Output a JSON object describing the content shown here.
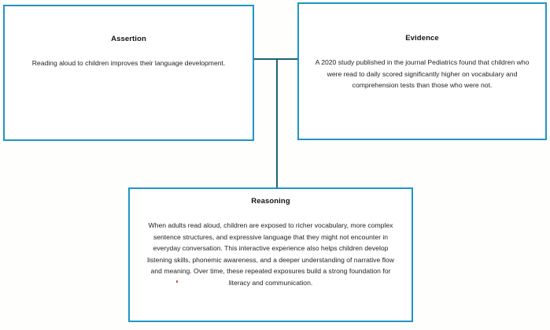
{
  "diagram": {
    "type": "argument-triangle",
    "accent_color": "#2196c3",
    "connector_color": "#1f6276",
    "background_color": "#fefefc",
    "text_color": "#232323",
    "nodes": [
      {
        "id": "assertion",
        "title": "Assertion",
        "body": "Reading aloud to children improves their language development."
      },
      {
        "id": "evidence",
        "title": "Evidence",
        "body": "A 2020 study published in the journal Pediatrics found that children who were read to daily scored significantly higher on vocabulary and comprehension tests than those who were not."
      },
      {
        "id": "reasoning",
        "title": "Reasoning",
        "body": "When adults read aloud, children are exposed to richer vocabulary, more complex sentence structures, and expressive language that they might not encounter in everyday conversation. This interactive experience also helps children develop listening skills, phonemic awareness, and a deeper understanding of narrative flow and meaning. Over time, these repeated exposures build a strong foundation for literacy and communication."
      }
    ],
    "connectors": [
      {
        "id": "assertion-evidence",
        "orientation": "horizontal"
      },
      {
        "id": "junction-reasoning",
        "orientation": "vertical"
      }
    ]
  }
}
